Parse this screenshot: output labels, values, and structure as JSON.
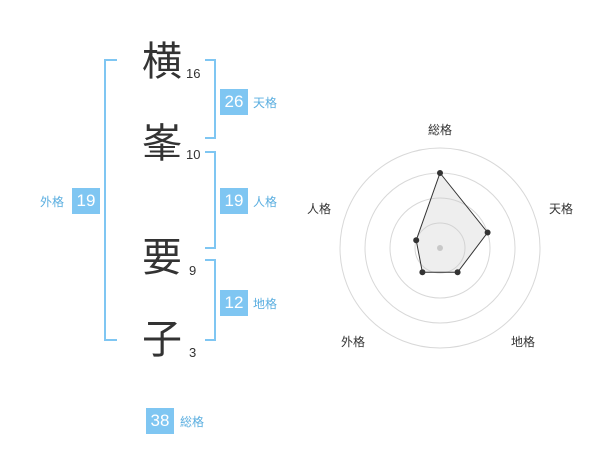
{
  "name_chars": [
    {
      "char": "横",
      "strokes": "16"
    },
    {
      "char": "峯",
      "strokes": "10"
    },
    {
      "char": "要",
      "strokes": "9"
    },
    {
      "char": "子",
      "strokes": "3"
    }
  ],
  "fortunes": {
    "tenkaku": {
      "value": "26",
      "label": "天格"
    },
    "jinkaku": {
      "value": "19",
      "label": "人格"
    },
    "chikaku": {
      "value": "12",
      "label": "地格"
    },
    "gaikaku": {
      "value": "19",
      "label": "外格"
    },
    "soukaku": {
      "value": "38",
      "label": "総格"
    }
  },
  "bracket_color": "#7fc6f2",
  "badge_color": "#7fc6f2",
  "radar": {
    "axes": [
      "総格",
      "天格",
      "地格",
      "外格",
      "人格"
    ],
    "max": 4,
    "values": [
      3.0,
      2.0,
      1.2,
      1.2,
      1.0
    ],
    "rings": 4
  }
}
